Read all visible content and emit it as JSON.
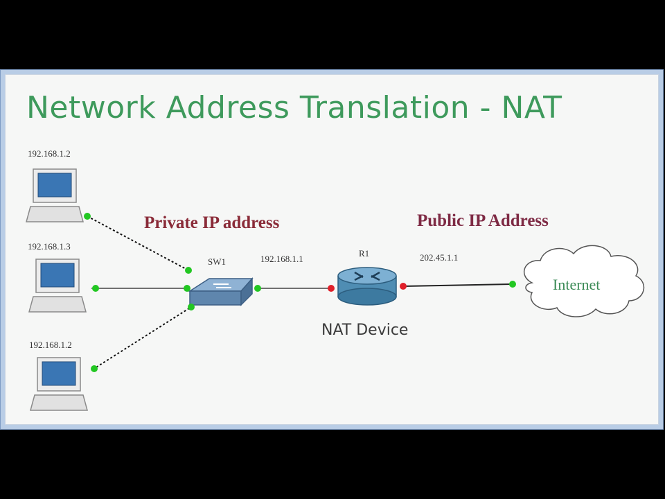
{
  "title": "Network Address Translation - NAT",
  "labels": {
    "private": "Private IP address",
    "public": "Public IP Address",
    "nat_device": "NAT Device",
    "internet": "Internet",
    "switch_name": "SW1",
    "router_name": "R1"
  },
  "hosts": [
    {
      "ip": "192.168.1.2"
    },
    {
      "ip": "192.168.1.3"
    },
    {
      "ip": "192.168.1.2"
    }
  ],
  "router_private_ip": "192.168.1.1",
  "router_public_ip": "202.45.1.1",
  "colors": {
    "title": "#3e9a5c",
    "private_heading": "#8a2b38",
    "public_heading": "#7e2a44",
    "link_up": "#22c722",
    "link_nat": "#e0202a",
    "switch": "#5f86ad",
    "router": "#4f8db3"
  }
}
